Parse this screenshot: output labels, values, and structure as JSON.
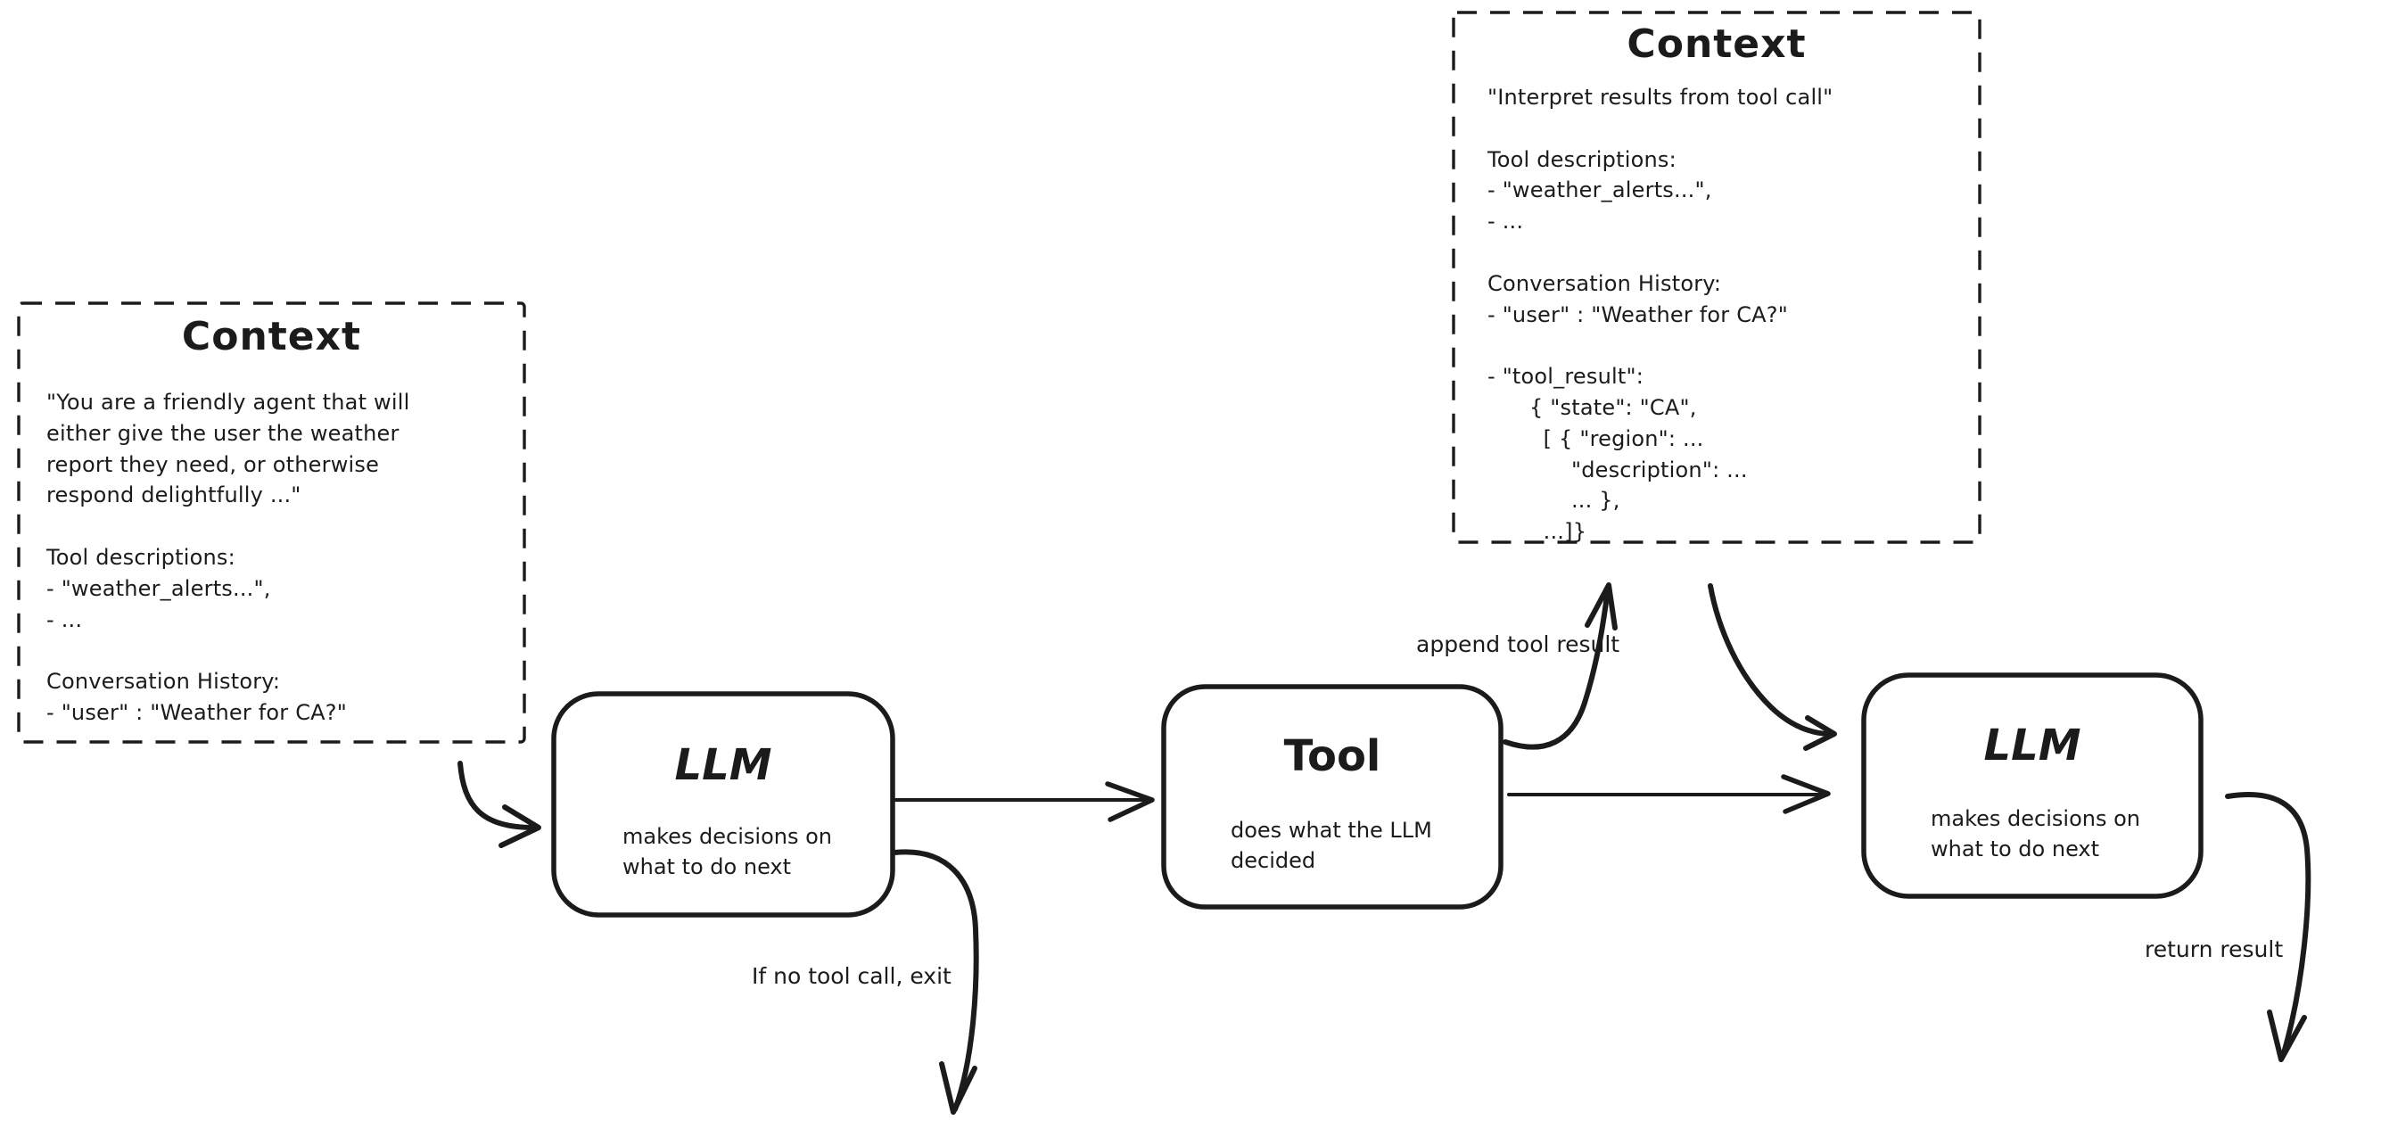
{
  "canvas": {
    "background": "#ffffff",
    "ink": "#1b1b1b"
  },
  "context_left": {
    "title": "Context",
    "body": "\"You are a friendly agent that will\neither give the user the weather\nreport they need, or otherwise\nrespond delightfully ...\"\n\nTool descriptions:\n- \"weather_alerts...\",\n- ...\n\nConversation History:\n- \"user\" : \"Weather for CA?\""
  },
  "context_top": {
    "title": "Context",
    "body": "\"Interpret results from tool call\"\n\nTool descriptions:\n- \"weather_alerts...\",\n- ...\n\nConversation History:\n- \"user\" : \"Weather for CA?\"\n\n- \"tool_result\":\n      { \"state\": \"CA\",\n        [ { \"region\": ...\n            \"description\": ...\n            ... },\n        ...]}"
  },
  "nodes": {
    "llm_first": {
      "title": "LLM",
      "subtitle": "makes decisions on\nwhat to do next"
    },
    "tool": {
      "title": "Tool",
      "subtitle": "does what the LLM\ndecided"
    },
    "llm_second": {
      "title": "LLM",
      "subtitle": "makes decisions on\nwhat to do next"
    }
  },
  "labels": {
    "append_tool_result": "append tool result",
    "no_tool_call_exit": "If no tool call, exit",
    "return_result": "return result"
  }
}
